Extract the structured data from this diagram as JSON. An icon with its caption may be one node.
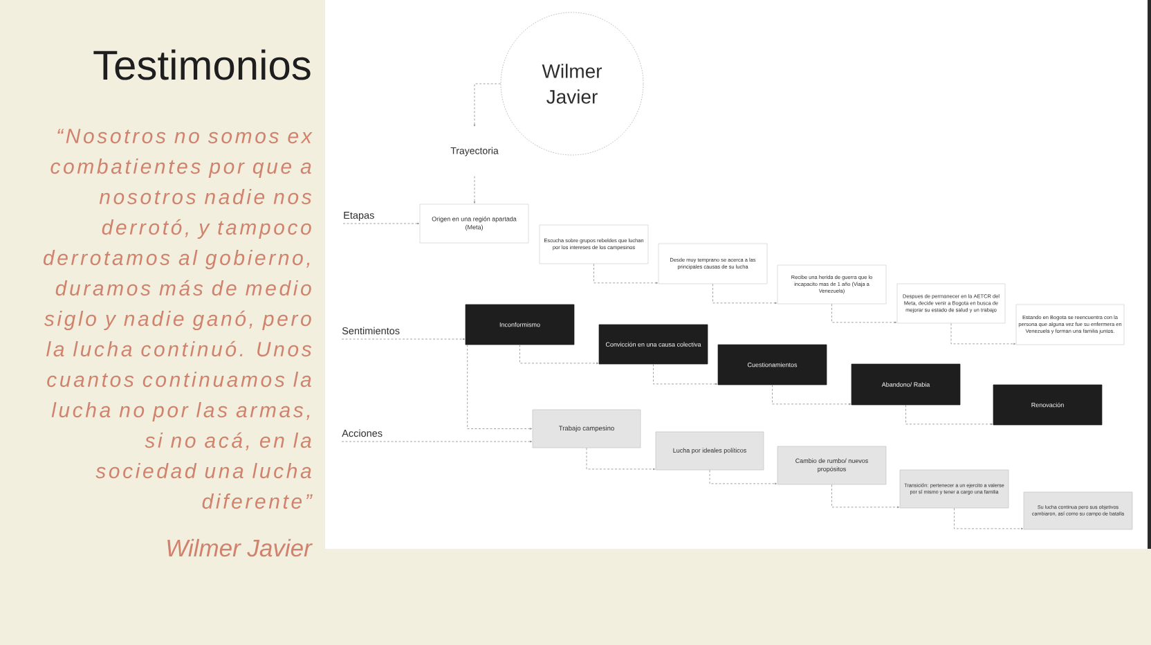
{
  "diagram": {
    "title": "Testimonios",
    "nodes": [
      {
        "text": [
          "Wilmer Javier"
        ]
      },
      {
        "text": [
          "Trayectoria"
        ]
      },
      {
        "text": [
          "Etapas"
        ]
      },
      {
        "text": [
          "Sentimientos"
        ]
      },
      {
        "text": [
          "Acciones"
        ]
      },
      {
        "text": [
          "Origen en una región apartada (Meta)"
        ]
      },
      {
        "text": [
          "Escucha sobre grupos rebeldes que luchan por los intereses de los campesinos"
        ]
      },
      {
        "text": [
          "Desde muy temprano se acerca a las principales causas de su lucha"
        ]
      },
      {
        "text": [
          "Recibe una herida de guerra que lo incapacito mas de 1 año (Viaja a Venezuela)"
        ]
      },
      {
        "text": [
          "Despues de permanecer en la AETCR del Meta, decide venir a Bogota en busca de mejorar su estado de salud y un trabajo"
        ]
      },
      {
        "text": [
          "Estando en Bogota se reencuentra con la persona que alguna vez fue su enfermera en Venezuela y forman una familia juntos."
        ]
      },
      {
        "text": [
          "Inconformismo"
        ]
      },
      {
        "text": [
          "Convicción en una causa colectiva"
        ]
      },
      {
        "text": [
          "Cuestionamientos"
        ]
      },
      {
        "text": [
          "Abandono/ Rabia"
        ]
      },
      {
        "text": [
          "Renovación"
        ]
      },
      {
        "text": [
          "Trabajo campesino"
        ]
      },
      {
        "text": [
          "Lucha por ideales políticos"
        ]
      },
      {
        "text": [
          "Cambio de rumbo/ nuevos propósitos"
        ]
      },
      {
        "text": [
          "Transición: pertenecer a un ejercito a valerse por sí mismo y tener a cargo una familia"
        ]
      },
      {
        "text": [
          "Su lucha continua pero sus objetivos cambiaron, así como su campo de batalla"
        ]
      }
    ],
    "edges": [
      {
        "from": 0,
        "to": 1,
        "arrow": "to"
      },
      {
        "from": 1,
        "to": 5,
        "arrow": "to"
      },
      {
        "from": 2,
        "to": 5,
        "arrow": "to"
      },
      {
        "from": 6,
        "to": 7,
        "arrow": "to"
      },
      {
        "from": 7,
        "to": 8,
        "arrow": "to"
      },
      {
        "from": 8,
        "to": 9,
        "arrow": "to"
      },
      {
        "from": 9,
        "to": 10,
        "arrow": "to"
      },
      {
        "from": 3,
        "to": 11,
        "arrow": "to"
      },
      {
        "from": 11,
        "to": 12,
        "arrow": "to"
      },
      {
        "from": 12,
        "to": 13,
        "arrow": "to"
      },
      {
        "from": 13,
        "to": 14,
        "arrow": "to"
      },
      {
        "from": 14,
        "to": 15,
        "arrow": "to"
      },
      {
        "from": 11,
        "to": 16,
        "arrow": "to"
      },
      {
        "from": 4,
        "to": 16,
        "arrow": "to"
      },
      {
        "from": 16,
        "to": 17,
        "arrow": "to"
      },
      {
        "from": 17,
        "to": 18,
        "arrow": "to"
      },
      {
        "from": 18,
        "to": 19,
        "arrow": "to"
      },
      {
        "from": 19,
        "to": 20,
        "arrow": "to"
      }
    ],
    "labels": [
      "“Nosotros no somos ex combatientes por que a nosotros nadie nos derrotó, y tampoco derrotamos al gobierno, duramos más de medio siglo y nadie ganó, pero la lucha continuó. Unos cuantos continuamos la lucha no por las armas, si no acá, en la sociedad una lucha diferente”",
      "Wilmer Javier"
    ]
  }
}
